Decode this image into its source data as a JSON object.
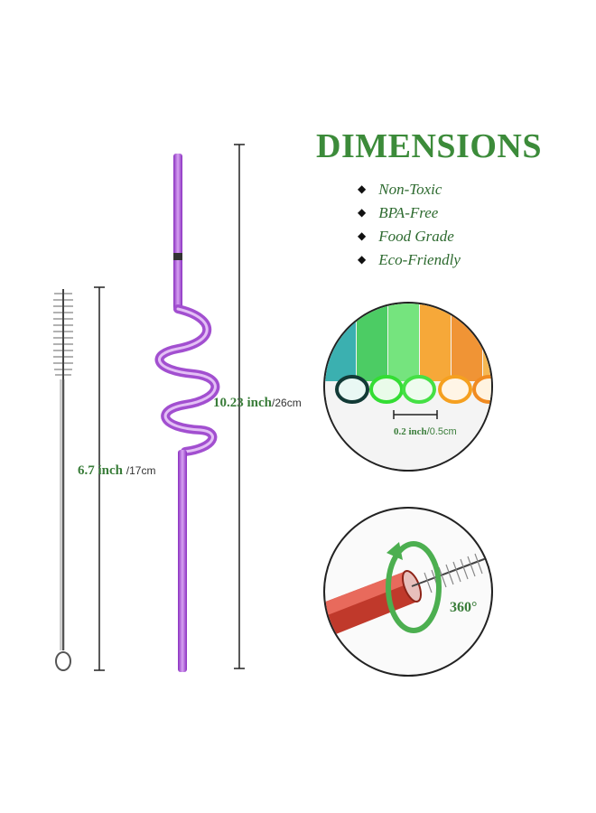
{
  "title": "DIMENSIONS",
  "features": [
    "Non-Toxic",
    "BPA-Free",
    "Food Grade",
    "Eco-Friendly"
  ],
  "dimensions": {
    "straw_length": {
      "value": "10.23 inch",
      "unit": "/26cm"
    },
    "brush_length": {
      "value": "6.7 inch",
      "unit": "/17cm"
    },
    "diameter": {
      "value": "0.2 inch",
      "unit": "/0.5cm"
    }
  },
  "rotation_label": "360°",
  "colors": {
    "title_green": "#3c8b3a",
    "straw_purple": "#a24fd0",
    "cleaning_straw_red": "#c0392b"
  },
  "icons": [
    "brush-icon",
    "spiral-straw-icon",
    "rotation-arrow-icon"
  ]
}
